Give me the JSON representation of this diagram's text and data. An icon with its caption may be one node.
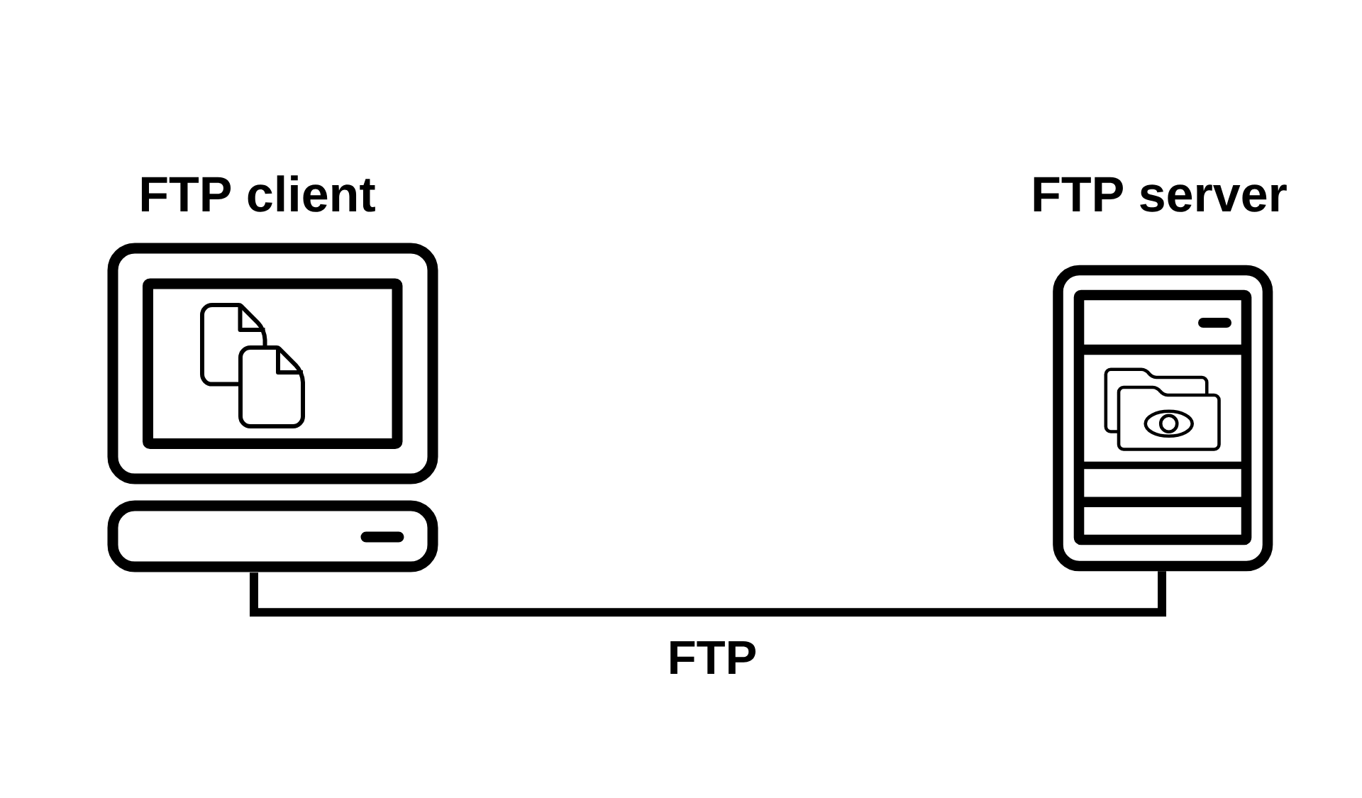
{
  "diagram": {
    "nodes": [
      {
        "text": [
          "FTP client"
        ]
      },
      {
        "text": [
          "FTP server"
        ]
      }
    ],
    "edges": [
      {
        "from": 0,
        "to": 1,
        "arrow": "none",
        "label": "FTP"
      }
    ]
  }
}
